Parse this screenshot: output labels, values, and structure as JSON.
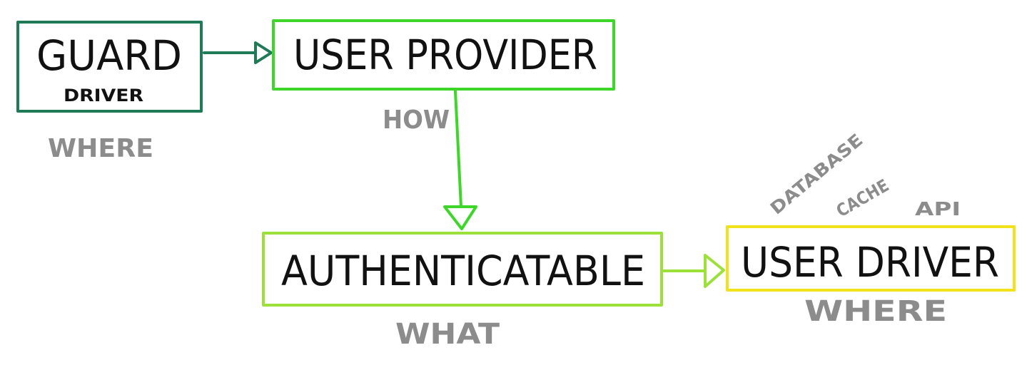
{
  "diagram": {
    "guard": {
      "title": "GUARD",
      "subtitle": "DRIVER",
      "note": "WHERE",
      "color": "#1e7a57"
    },
    "user_provider": {
      "title": "USER PROVIDER",
      "note": "HOW",
      "color": "#3fd62a"
    },
    "authenticatable": {
      "title": "AUTHENTICATABLE",
      "note": "WHAT",
      "color": "#9ee03a"
    },
    "user_driver": {
      "title": "USER DRIVER",
      "note": "WHERE",
      "color": "#f2e21c",
      "options": [
        "DATABASE",
        "CACHE",
        "API"
      ]
    },
    "note_color": "#8c8c8c"
  }
}
